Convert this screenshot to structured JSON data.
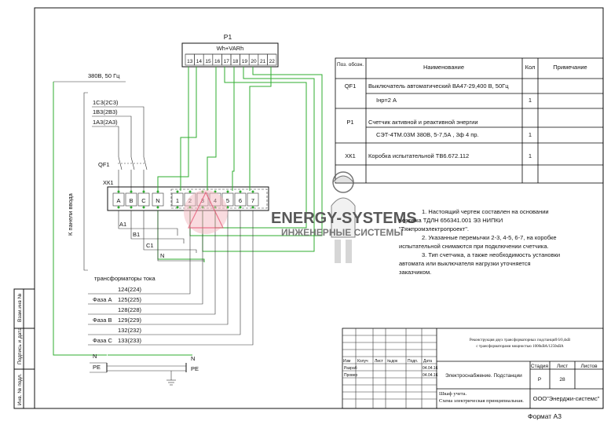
{
  "meter": {
    "designation": "P1",
    "units": "Wh+VARh",
    "terminals": [
      "13",
      "14",
      "15",
      "16",
      "17",
      "18",
      "19",
      "20",
      "21",
      "22"
    ]
  },
  "supply": {
    "label": "380В, 50 Гц",
    "feed_label": "К панели ввода"
  },
  "breaker_contacts": [
    "1С3(2С3)",
    "1В3(2В3)",
    "1А3(2А3)"
  ],
  "breaker_designation": "QF1",
  "test_box": {
    "designation": "ХК1",
    "terminals": [
      "A",
      "B",
      "C",
      "N",
      "1",
      "2",
      "3",
      "4",
      "5",
      "6",
      "7"
    ]
  },
  "wire_labels": [
    "A1",
    "B1",
    "C1",
    "N"
  ],
  "ct": {
    "title": "трансформаторы тока",
    "wires": [
      "124(224)",
      "125(225)",
      "128(228)",
      "129(229)",
      "132(232)",
      "133(233)"
    ],
    "phases": [
      "Фаза А",
      "Фаза В",
      "Фаза С"
    ]
  },
  "bottom_terminals": [
    "N",
    "PE",
    "N",
    "PE"
  ],
  "spec_table": {
    "headers": [
      "Поз. обозн.",
      "Наименование",
      "Кол",
      "Примечание"
    ],
    "rows": [
      {
        "pos": "QF1",
        "name": "Выключатель автоматический ВА47-29,400 В, 50Гц",
        "qty": "",
        "note": ""
      },
      {
        "pos": "",
        "name": "Iнр=2 А",
        "qty": "1",
        "note": ""
      },
      {
        "pos": "P1",
        "name": "Счетчик активной и реактивной энергии",
        "qty": "",
        "note": ""
      },
      {
        "pos": "",
        "name": "СЭТ-4ТМ.03М 380В, 5-7,5А , 3ф 4 пр.",
        "qty": "1",
        "note": ""
      },
      {
        "pos": "ХК1",
        "name": "Коробка испытательной ТВ6.672.112",
        "qty": "1",
        "note": ""
      }
    ]
  },
  "watermark": {
    "title": "ENERGY-SYSTEMS",
    "subtitle": "ИНЖЕНЕРНЫЕ СИСТЕМЫ"
  },
  "notes": [
    "1. Настоящий чертеж составлен на основании",
    "чертежа ТДЛН 656341.001 ЭЗ  НИПКИ",
    "\"Тяжпромэлектропроект\".",
    "2. Указанные перемычки 2-3, 4-5, 6-7, на коробке",
    "испытательной снимаются при подключении счетчика.",
    "3. Тип счетчика, а также необходимость установки",
    "автомата или выключателя нагрузки уточняется",
    "заказчиком."
  ],
  "side_stamp": [
    "Взам.инв №",
    "Подпись и дата",
    "Инв. № подл."
  ],
  "title_block": {
    "col_headers": [
      "Изм",
      "Колуч",
      "Лист",
      "№док",
      "Подп.",
      "Дата"
    ],
    "roles": [
      {
        "role": "Разраб",
        "date": "04.04.16"
      },
      {
        "role": "Провер",
        "date": "04.04.16"
      }
    ],
    "project": "Реконструкция двух трансформаторных подстанций 6/0,4кВ с трансформаторами мощностью 1000кВА/1250кВА",
    "project_line1": "Реконструкция двух трансформаторных подстанций 6/0,4кВ",
    "project_line2": "с трансформаторами мощностью 1000кВА/1250кВА",
    "section": "Электроснабжение. Подстанции",
    "stage_headers": [
      "Стадия",
      "Лист",
      "Листов"
    ],
    "stage": "Р",
    "sheet": "28",
    "sheets": "",
    "drawing_line1": "Шкаф учета.",
    "drawing_line2": "Схема электрическая принципиальная.",
    "company": "ООО\"Энерджи-системс\"",
    "format": "Формат А3"
  }
}
